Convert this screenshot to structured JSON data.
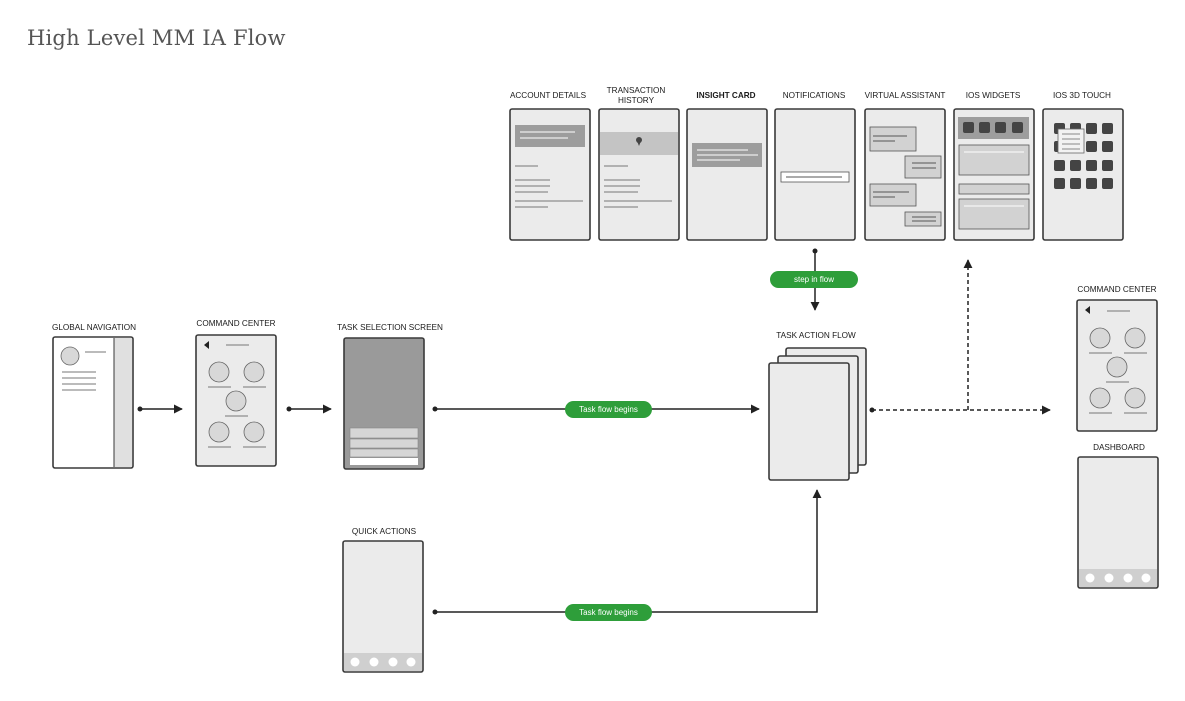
{
  "title": "High Level MM IA Flow",
  "labels": {
    "account_details": "ACCOUNT DETAILS",
    "transaction_history_1": "TRANSACTION",
    "transaction_history_2": "HISTORY",
    "insight_card": "INSIGHT CARD",
    "notifications": "NOTIFICATIONS",
    "virtual_assistant": "VIRTUAL ASSISTANT",
    "ios_widgets": "IOS WIDGETS",
    "ios_3d_touch": "IOS 3D TOUCH",
    "global_navigation": "GLOBAL NAVIGATION",
    "command_center_left": "COMMAND CENTER",
    "task_selection_screen": "TASK SELECTION SCREEN",
    "task_action_flow": "TASK ACTION FLOW",
    "quick_actions": "QUICK ACTIONS",
    "command_center_right": "COMMAND CENTER",
    "dashboard": "DASHBOARD"
  },
  "pills": {
    "step_in_flow": "step in flow",
    "task_flow_begins_top": "Task flow begins",
    "task_flow_begins_bottom": "Task flow begins"
  },
  "colors": {
    "accent_green": "#2e9e3a",
    "screen_fill": "#ebebeb",
    "screen_stroke": "#3a3a3a",
    "dark_fill": "#9a9a9a",
    "icon_dark": "#444444"
  }
}
